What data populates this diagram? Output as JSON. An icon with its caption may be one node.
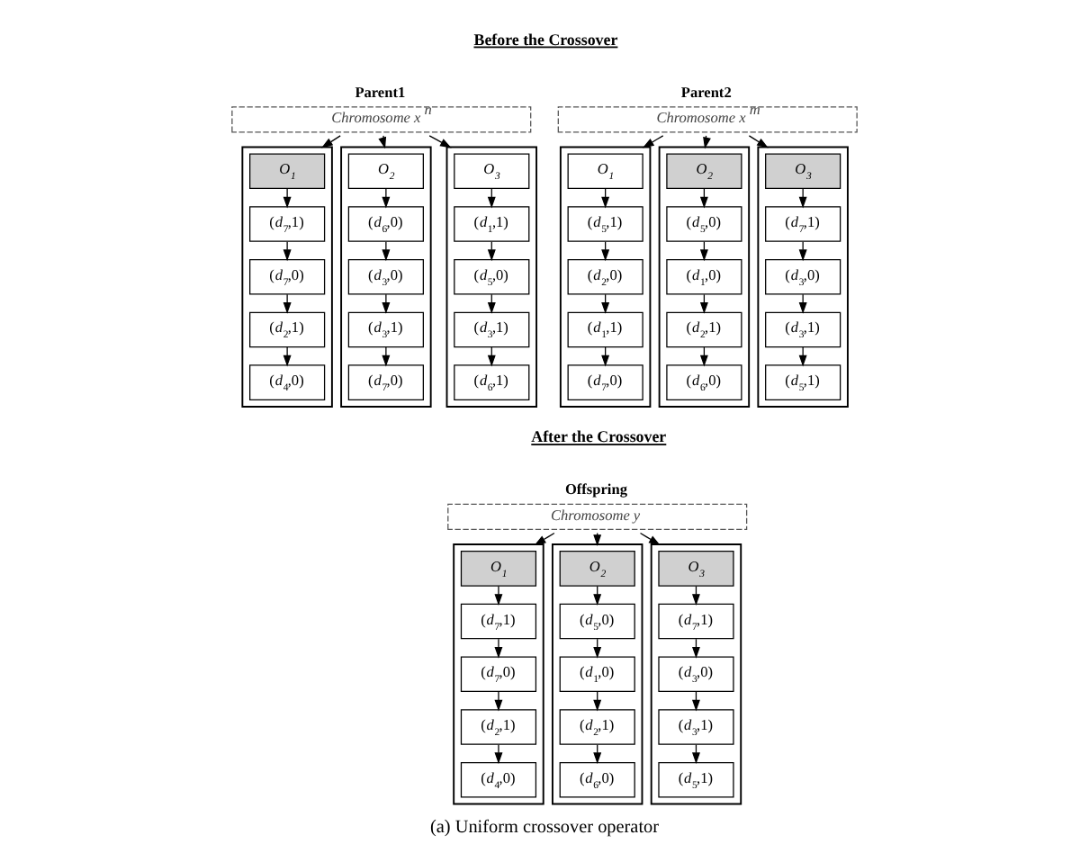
{
  "diagram": {
    "caption": "(a) Uniform crossover operator",
    "nodes": [
      {
        "text": [
          "Parent1",
          "Chromosome x$^{n}$"
        ]
      },
      {
        "text": [],
        "shape": "box"
      },
      {
        "text": [
          "O$_{1}$"
        ],
        "in": 1
      },
      {
        "text": [
          "(*d*$_{7}$,1)"
        ],
        "in": 1
      },
      {
        "text": [
          "(*d*$_{7}$,0)"
        ],
        "in": 1
      },
      {
        "text": [
          "(*d*$_{2}$,1)"
        ],
        "in": 1
      },
      {
        "text": [
          "(*d*$_{4}$,0)"
        ],
        "in": 1
      },
      {
        "text": [],
        "shape": "box"
      },
      {
        "text": [
          "O$_{2}$"
        ],
        "in": 7
      },
      {
        "text": [
          "(*d*$_{6}$,0)"
        ],
        "in": 7
      },
      {
        "text": [
          "(*d*$_{3}$,0)"
        ],
        "in": 7
      },
      {
        "text": [
          "(*d*$_{3}$,1)"
        ],
        "in": 7
      },
      {
        "text": [
          "(*d*$_{7}$,0)"
        ],
        "in": 7
      },
      {
        "text": [],
        "shape": "box"
      },
      {
        "text": [
          "O$_{3}$"
        ],
        "in": 13
      },
      {
        "text": [
          "(*d*$_{1}$,1)"
        ],
        "in": 13
      },
      {
        "text": [
          "(*d*$_{5}$,0)"
        ],
        "in": 13
      },
      {
        "text": [
          "(*d*$_{3}$,1)"
        ],
        "in": 13
      },
      {
        "text": [
          "(*d*$_{6}$,1)"
        ],
        "in": 13
      },
      {
        "text": [
          "Parent2",
          "Chromosome x$^{m}$"
        ]
      },
      {
        "text": [],
        "shape": "box"
      },
      {
        "text": [
          "O$_{1}$"
        ],
        "in": 20
      },
      {
        "text": [
          "(*d*$_{5}$,1)"
        ],
        "in": 20
      },
      {
        "text": [
          "(*d*$_{2}$,0)"
        ],
        "in": 20
      },
      {
        "text": [
          "(*d*$_{1}$,1)"
        ],
        "in": 20
      },
      {
        "text": [
          "(*d*$_{7}$,0)"
        ],
        "in": 20
      },
      {
        "text": [],
        "shape": "box"
      },
      {
        "text": [
          "O$_{2}$"
        ],
        "in": 26
      },
      {
        "text": [
          "(*d*$_{5}$,0)"
        ],
        "in": 26
      },
      {
        "text": [
          "(*d*$_{1}$,0)"
        ],
        "in": 26
      },
      {
        "text": [
          "(*d*$_{2}$,1)"
        ],
        "in": 26
      },
      {
        "text": [
          "(*d*$_{6}$,0)"
        ],
        "in": 26
      },
      {
        "text": [],
        "shape": "box"
      },
      {
        "text": [
          "O$_{3}$"
        ],
        "in": 32
      },
      {
        "text": [
          "(*d*$_{7}$,1)"
        ],
        "in": 32
      },
      {
        "text": [
          "(*d*$_{3}$,0)"
        ],
        "in": 32
      },
      {
        "text": [
          "(*d*$_{3}$,1)"
        ],
        "in": 32
      },
      {
        "text": [
          "(*d*$_{5}$,1)"
        ],
        "in": 32
      },
      {
        "text": [
          "Offspring",
          "Chromosome y"
        ]
      },
      {
        "text": [],
        "shape": "box"
      },
      {
        "text": [
          "O$_{1}$"
        ],
        "in": 39
      },
      {
        "text": [
          "(*d*$_{7}$,1)"
        ],
        "in": 39
      },
      {
        "text": [
          "(*d*$_{7}$,0)"
        ],
        "in": 39
      },
      {
        "text": [
          "(*d*$_{2}$,1)"
        ],
        "in": 39
      },
      {
        "text": [
          "(*d*$_{4}$,0)"
        ],
        "in": 39
      },
      {
        "text": [],
        "shape": "box"
      },
      {
        "text": [
          "O$_{2}$"
        ],
        "in": 45
      },
      {
        "text": [
          "(*d*$_{5}$,0)"
        ],
        "in": 45
      },
      {
        "text": [
          "(*d*$_{1}$,0)"
        ],
        "in": 45
      },
      {
        "text": [
          "(*d*$_{2}$,1)"
        ],
        "in": 45
      },
      {
        "text": [
          "(*d*$_{6}$,0)"
        ],
        "in": 45
      },
      {
        "text": [],
        "shape": "box"
      },
      {
        "text": [
          "O$_{3}$"
        ],
        "in": 51
      },
      {
        "text": [
          "(*d*$_{7}$,1)"
        ],
        "in": 51
      },
      {
        "text": [
          "(*d*$_{3}$,0)"
        ],
        "in": 51
      },
      {
        "text": [
          "(*d*$_{3}$,1)"
        ],
        "in": 51
      },
      {
        "text": [
          "(*d*$_{5}$,1)"
        ],
        "in": 51
      }
    ],
    "edges": [
      {
        "from": 0,
        "to": 1,
        "arrow": "to"
      },
      {
        "from": 0,
        "to": 7,
        "arrow": "to"
      },
      {
        "from": 0,
        "to": 13,
        "arrow": "to"
      },
      {
        "from": 2,
        "to": 3,
        "arrow": "to"
      },
      {
        "from": 3,
        "to": 4,
        "arrow": "to"
      },
      {
        "from": 4,
        "to": 5,
        "arrow": "to"
      },
      {
        "from": 5,
        "to": 6,
        "arrow": "to"
      },
      {
        "from": 8,
        "to": 9,
        "arrow": "to"
      },
      {
        "from": 9,
        "to": 10,
        "arrow": "to"
      },
      {
        "from": 10,
        "to": 11,
        "arrow": "to"
      },
      {
        "from": 11,
        "to": 12,
        "arrow": "to"
      },
      {
        "from": 14,
        "to": 15,
        "arrow": "to"
      },
      {
        "from": 15,
        "to": 16,
        "arrow": "to"
      },
      {
        "from": 16,
        "to": 17,
        "arrow": "to"
      },
      {
        "from": 17,
        "to": 18,
        "arrow": "to"
      },
      {
        "from": 19,
        "to": 20,
        "arrow": "to"
      },
      {
        "from": 19,
        "to": 26,
        "arrow": "to"
      },
      {
        "from": 19,
        "to": 32,
        "arrow": "to"
      },
      {
        "from": 21,
        "to": 22,
        "arrow": "to"
      },
      {
        "from": 22,
        "to": 23,
        "arrow": "to"
      },
      {
        "from": 23,
        "to": 24,
        "arrow": "to"
      },
      {
        "from": 24,
        "to": 25,
        "arrow": "to"
      },
      {
        "from": 27,
        "to": 28,
        "arrow": "to"
      },
      {
        "from": 28,
        "to": 29,
        "arrow": "to"
      },
      {
        "from": 29,
        "to": 30,
        "arrow": "to"
      },
      {
        "from": 30,
        "to": 31,
        "arrow": "to"
      },
      {
        "from": 33,
        "to": 34,
        "arrow": "to"
      },
      {
        "from": 34,
        "to": 35,
        "arrow": "to"
      },
      {
        "from": 35,
        "to": 36,
        "arrow": "to"
      },
      {
        "from": 36,
        "to": 37,
        "arrow": "to"
      },
      {
        "from": 38,
        "to": 39,
        "arrow": "to"
      },
      {
        "from": 38,
        "to": 45,
        "arrow": "to"
      },
      {
        "from": 38,
        "to": 51,
        "arrow": "to"
      },
      {
        "from": 40,
        "to": 41,
        "arrow": "to"
      },
      {
        "from": 41,
        "to": 42,
        "arrow": "to"
      },
      {
        "from": 42,
        "to": 43,
        "arrow": "to"
      },
      {
        "from": 43,
        "to": 44,
        "arrow": "to"
      },
      {
        "from": 46,
        "to": 47,
        "arrow": "to"
      },
      {
        "from": 47,
        "to": 48,
        "arrow": "to"
      },
      {
        "from": 48,
        "to": 49,
        "arrow": "to"
      },
      {
        "from": 49,
        "to": 50,
        "arrow": "to"
      },
      {
        "from": 52,
        "to": 53,
        "arrow": "to"
      },
      {
        "from": 53,
        "to": 54,
        "arrow": "to"
      },
      {
        "from": 54,
        "to": 55,
        "arrow": "to"
      },
      {
        "from": 55,
        "to": 56,
        "arrow": "to"
      }
    ],
    "labels": [
      "Before the Crossover",
      "After the Crossover"
    ]
  }
}
